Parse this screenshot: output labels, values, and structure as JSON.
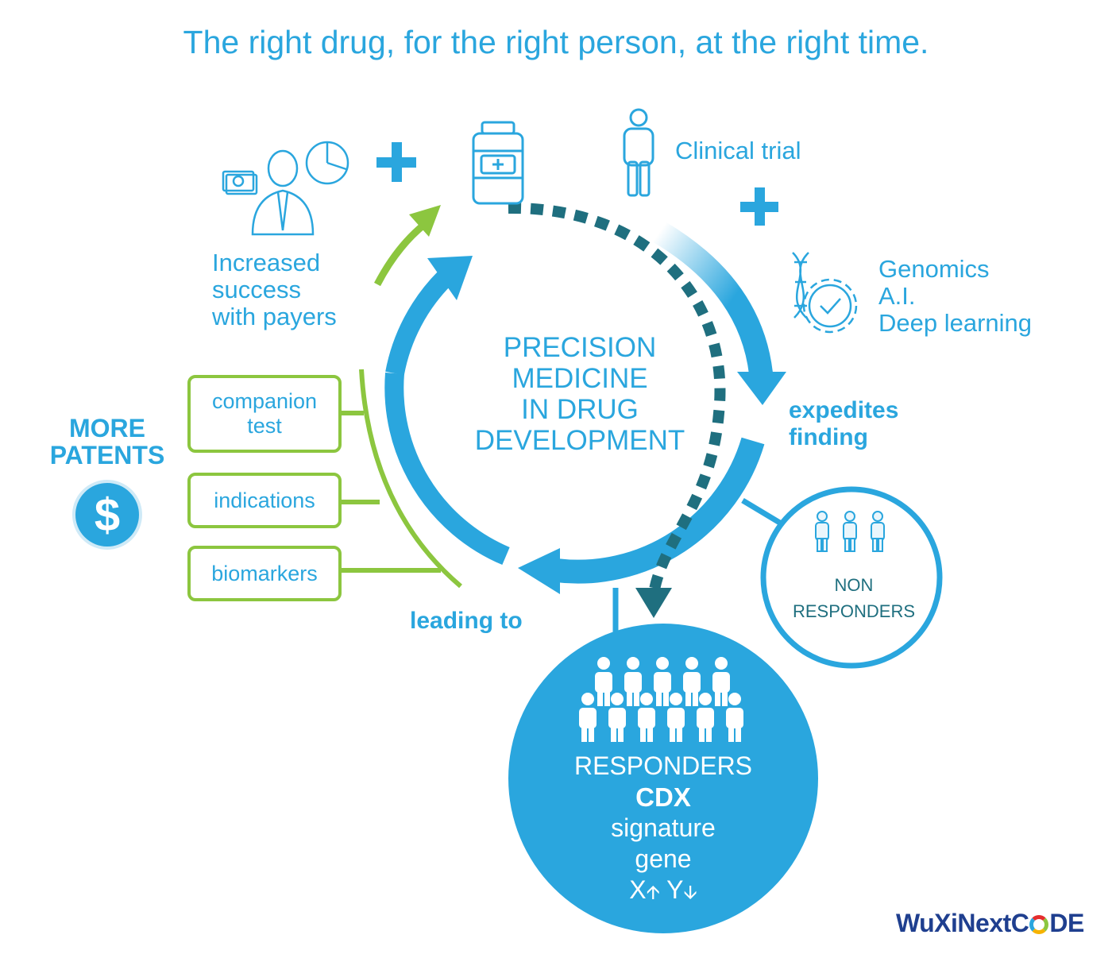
{
  "header": {
    "title": "The right drug, for the right person, at the right time."
  },
  "center": {
    "line1": "PRECISION",
    "line2": "MEDICINE",
    "line3": "IN DRUG",
    "line4": "DEVELOPMENT"
  },
  "payers": {
    "line1": "Increased",
    "line2": "success",
    "line3": "with payers"
  },
  "clinical": {
    "label": "Clinical trial"
  },
  "genomics": {
    "line1": "Genomics",
    "line2": "A.I.",
    "line3": "Deep learning"
  },
  "expedites": {
    "line1": "expedites",
    "line2": "finding"
  },
  "leading": {
    "label": "leading to"
  },
  "patents": {
    "line1": "MORE",
    "line2": "PATENTS",
    "icon": "dollar-icon"
  },
  "boxes": {
    "companion_line1": "companion",
    "companion_line2": "test",
    "indications": "indications",
    "biomarkers": "biomarkers"
  },
  "non_responders": {
    "line1": "NON",
    "line2": "RESPONDERS"
  },
  "responders": {
    "line1": "RESPONDERS",
    "line2": "CDX",
    "line3": "signature",
    "line4": "gene",
    "x": "X",
    "y": "Y"
  },
  "logo": {
    "part1": "WuXiNextC",
    "part2": "DE"
  },
  "colors": {
    "blue": "#2aa6de",
    "green": "#8cc63f",
    "teal": "#1f6f7f",
    "navy": "#1f3f8f"
  }
}
